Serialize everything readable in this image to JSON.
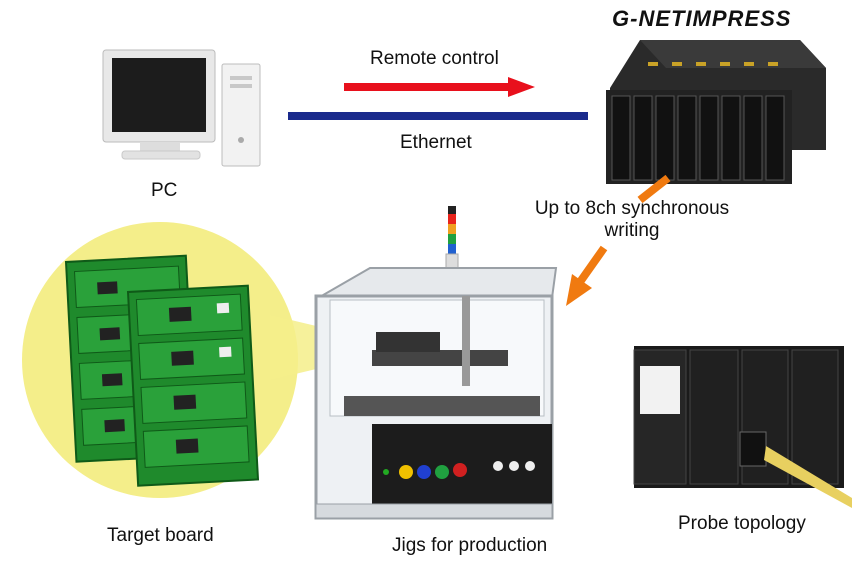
{
  "brand": {
    "name": "G-NETIMPRESS"
  },
  "labels": {
    "remote_control": "Remote control",
    "ethernet": "Ethernet",
    "pc": "PC",
    "sync_line1": "Up to 8ch synchronous",
    "sync_line2": "writing",
    "target_board": "Target board",
    "jigs": "Jigs for production",
    "probe": "Probe topology"
  },
  "colors": {
    "remote_arrow": "#e8101c",
    "ethernet_line": "#1a2a8c",
    "sync_arrow": "#f07a10",
    "highlight": "#f4ee8a",
    "pcb_green": "#1f8a2c"
  }
}
